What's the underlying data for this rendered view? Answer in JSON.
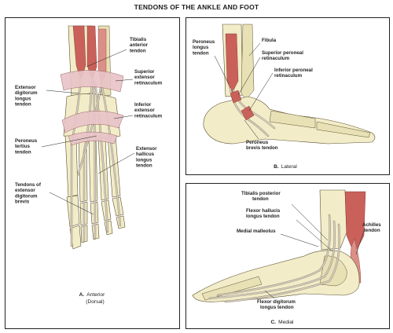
{
  "title": "TENDONS OF THE ANKLE AND FOOT",
  "panels": {
    "anterior": {
      "caption_letter": "A.",
      "caption": "Anterior",
      "caption_sub": "(Dorsal)",
      "labels": {
        "tibialis_anterior": [
          "Tibialis",
          "anterior",
          "tendon"
        ],
        "superior_extensor": [
          "Superior",
          "extensor",
          "retinaculum"
        ],
        "extensor_digitorum_longus": [
          "Extensor",
          "digitorum",
          "longus",
          "tendon"
        ],
        "inferior_extensor": [
          "Inferior",
          "extensor",
          "retinaculum"
        ],
        "peroneus_tertius": [
          "Peroneus",
          "tertius",
          "tendon"
        ],
        "extensor_hallucis": [
          "Extensor",
          "hallicus",
          "longus",
          "tendon"
        ],
        "ext_digitorum_brevis": [
          "Tendons of",
          "extensor",
          "digitorum",
          "brevis"
        ]
      }
    },
    "lateral": {
      "caption_letter": "B.",
      "caption": "Lateral",
      "labels": {
        "peroneus_longus": [
          "Peroneus",
          "longus",
          "tendon"
        ],
        "fibula": [
          "Fibula"
        ],
        "superior_peroneal": [
          "Superior peroneal",
          "retinaculum"
        ],
        "inferior_peroneal": [
          "Inferior peroneal",
          "retinaculum"
        ],
        "peroneus_brevis": [
          "Peroneus",
          "brevis tendon"
        ]
      }
    },
    "medial": {
      "caption_letter": "C.",
      "caption": "Medial",
      "labels": {
        "tibialis_posterior": [
          "Tibialis posterior",
          "tendon"
        ],
        "flexor_hallucis": [
          "Flexor hallucis",
          "longus tendon"
        ],
        "medial_malleolus": [
          "Medial malleolus"
        ],
        "achilles": [
          "Achilles",
          "tendon"
        ],
        "flexor_digitorum": [
          "Flexor digitorum",
          "longus tendon"
        ]
      }
    }
  },
  "colors": {
    "bone": "#f2ecc8",
    "muscle": "#c9615a",
    "retinaculum": "#e9c4c8",
    "tendon": "#d9d0c0"
  }
}
